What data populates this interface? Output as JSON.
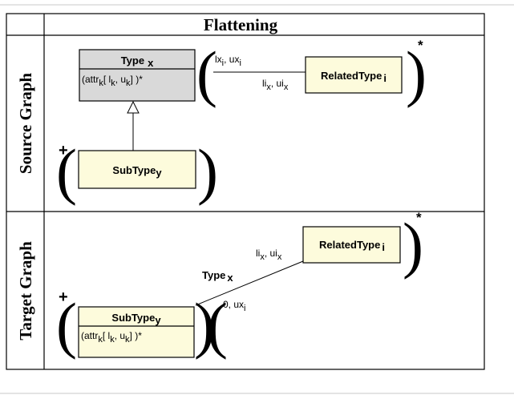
{
  "table": {
    "header": "Flattening",
    "row_labels": [
      "Source Graph",
      "Target Graph"
    ]
  },
  "source": {
    "type_x": {
      "name": "Type",
      "sub": "x",
      "attrs": [
        "(attr",
        "k",
        "[ l",
        "k",
        ", u",
        "k",
        "] )*"
      ]
    },
    "related": {
      "name": "RelatedType",
      "sub": "i"
    },
    "subtype": {
      "name": "SubType",
      "sub": "y"
    },
    "assoc_end_top": [
      "lx",
      "i",
      ", ux",
      "i"
    ],
    "assoc_end_bottom": [
      "li",
      "x",
      ", ui",
      "x"
    ],
    "plus": "+",
    "star": "*"
  },
  "target": {
    "related": {
      "name": "RelatedType",
      "sub": "i"
    },
    "subtype": {
      "name": "SubType",
      "sub": "y",
      "attrs": [
        "(attr",
        "k",
        "[ l",
        "k",
        ", u",
        "k",
        "] )*"
      ]
    },
    "role_label": {
      "name": "Type",
      "sub": "x"
    },
    "assoc_end_top": [
      "li",
      "x",
      ", ui",
      "x"
    ],
    "assoc_end_bottom": [
      "0, ux",
      "i"
    ],
    "plus": "+",
    "star": "*"
  },
  "colors": {
    "class_fill": "#fdfbdc",
    "abstract_fill": "#d9d9d9",
    "line": "#000000",
    "rule": "#c8c8c8"
  }
}
